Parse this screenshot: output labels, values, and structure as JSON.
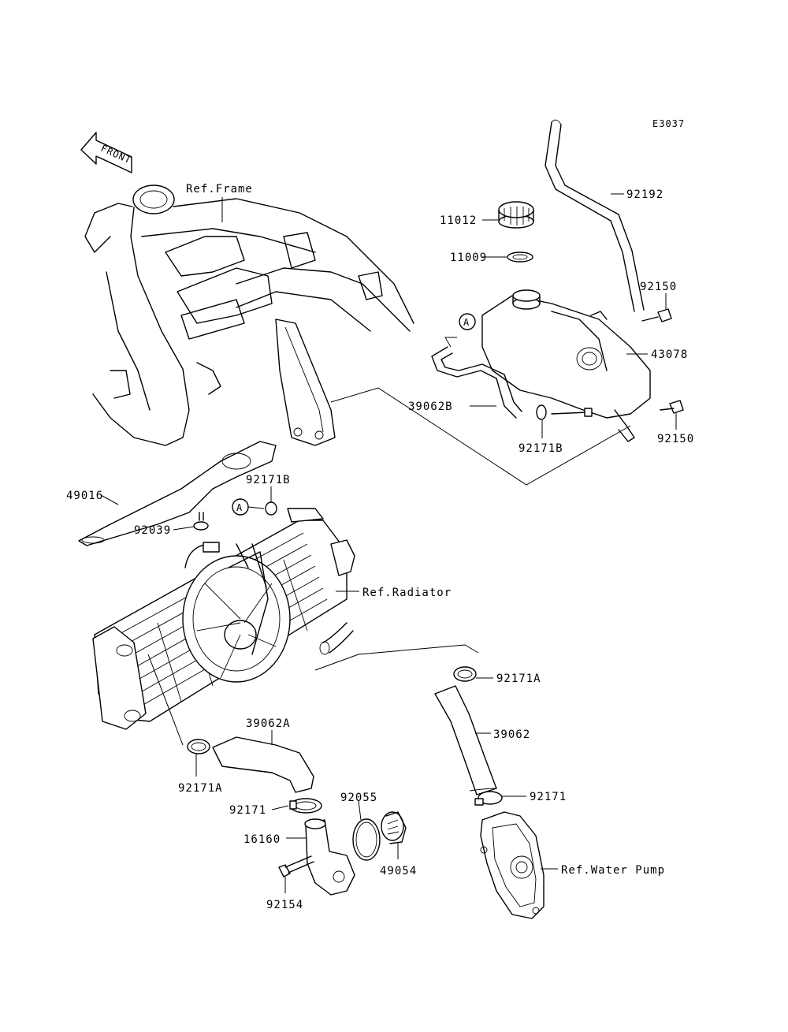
{
  "diagram_code": "E3037",
  "front_arrow_label": "FRONT",
  "refs": {
    "frame": "Ref.Frame",
    "radiator": "Ref.Radiator",
    "water_pump": "Ref.Water Pump"
  },
  "connector_marker": "A",
  "parts": {
    "p92192": "92192",
    "p11012": "11012",
    "p11009": "11009",
    "p92150_top": "92150",
    "p43078": "43078",
    "p39062B": "39062B",
    "p92171B_tank": "92171B",
    "p92150_bottom": "92150",
    "p49016": "49016",
    "p92171B_rad": "92171B",
    "p92039": "92039",
    "p92171A_right": "92171A",
    "p39062A": "39062A",
    "p39062": "39062",
    "p92171A_left": "92171A",
    "p92055": "92055",
    "p92171_left": "92171",
    "p92171_right": "92171",
    "p16160": "16160",
    "p49054": "49054",
    "p92154": "92154"
  }
}
